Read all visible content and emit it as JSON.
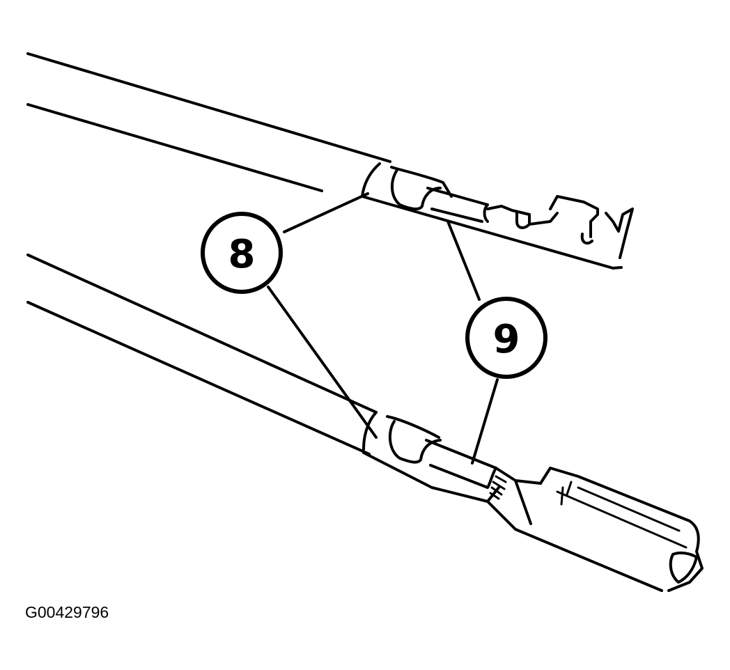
{
  "callouts": [
    {
      "id": "callout-8",
      "label": "8"
    },
    {
      "id": "callout-9",
      "label": "9"
    }
  ],
  "figure_id": "G00429796",
  "colors": {
    "ink": "#000000",
    "paper": "#ffffff"
  }
}
